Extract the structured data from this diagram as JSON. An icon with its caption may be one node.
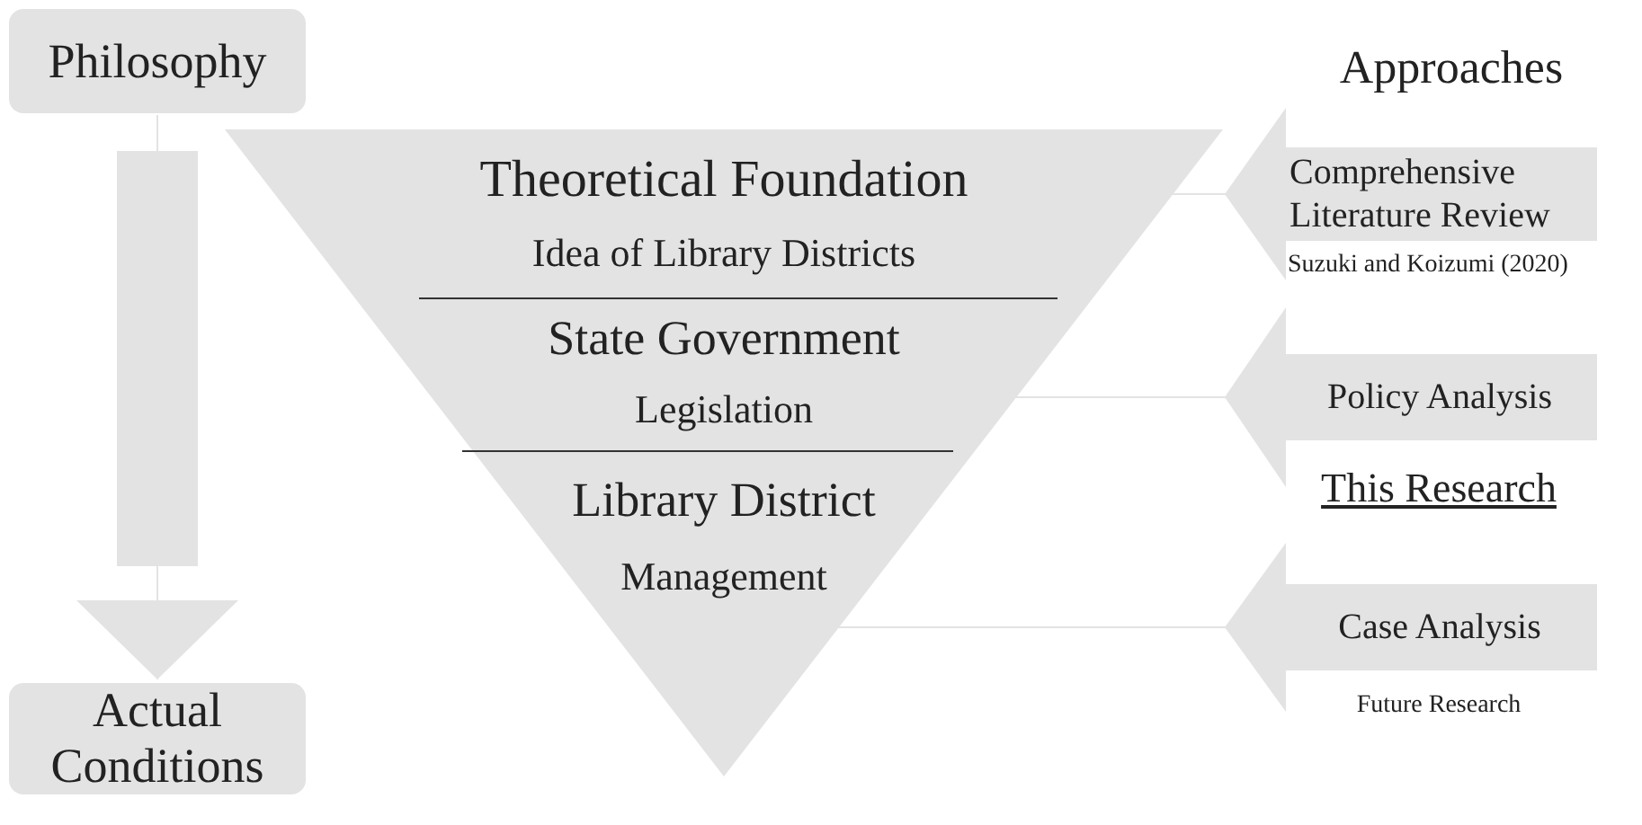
{
  "diagram": {
    "nodes": [
      {
        "text": [
          "Philosophy"
        ]
      },
      {
        "text": [
          "Actual Conditions"
        ]
      },
      {
        "text": [
          "Theoretical Foundation",
          "Idea of Library Districts",
          "State Government",
          "Legislation",
          "Library District",
          "Management"
        ]
      },
      {
        "text": [
          "Comprehensive Literature Review"
        ],
        "beside": [
          "Suzuki and Koizumi (2020)"
        ]
      },
      {
        "text": [
          "Policy Analysis"
        ]
      },
      {
        "text": [
          "Case Analysis"
        ]
      }
    ],
    "edges": [
      {
        "from": 0,
        "to": 1,
        "arrow": "to"
      },
      {
        "from": 3,
        "to": 2,
        "arrow": "to"
      },
      {
        "from": 4,
        "to": 2,
        "arrow": "to"
      },
      {
        "from": 5,
        "to": 2,
        "arrow": "to"
      }
    ],
    "labels": [
      "Approaches",
      "This Research",
      "Future Research"
    ]
  }
}
